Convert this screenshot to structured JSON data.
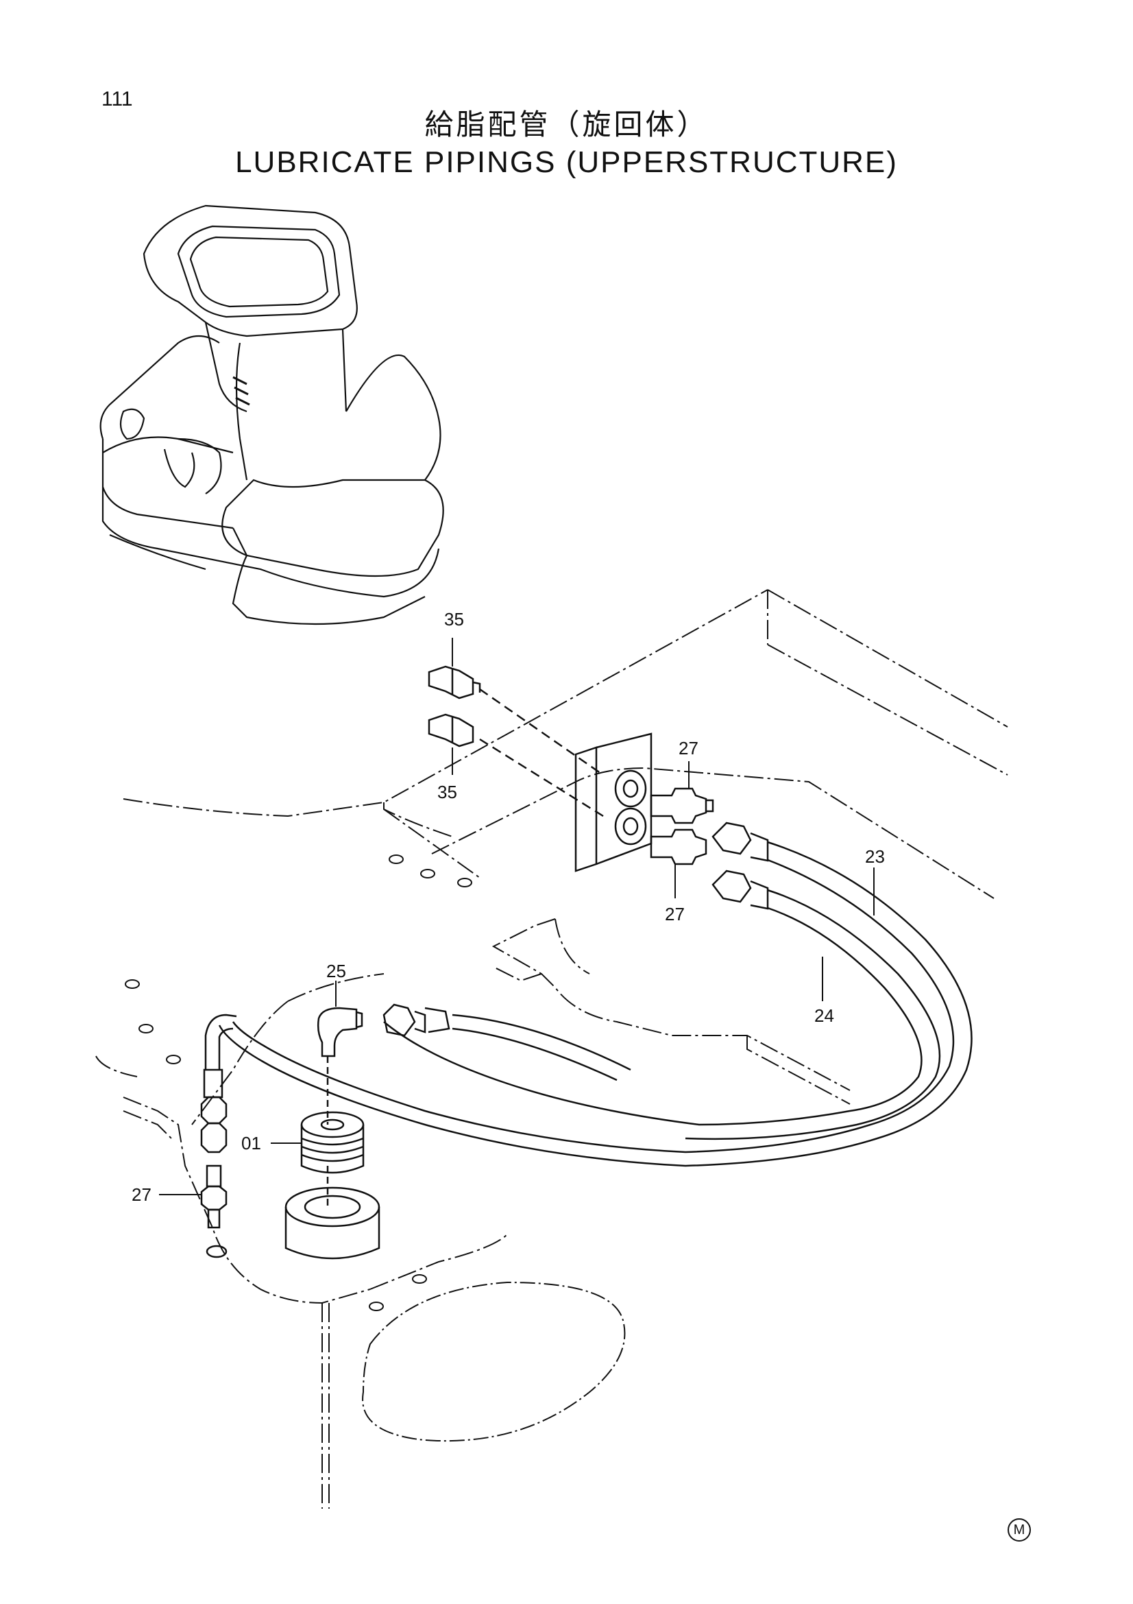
{
  "page_number": "111",
  "title_jp": "給脂配管（旋回体）",
  "title_en": "LUBRICATE PIPINGS (UPPERSTRUCTURE)",
  "callouts": {
    "c35_top": "35",
    "c35_bottom": "35",
    "c27_top": "27",
    "c27_mid": "27",
    "c27_left": "27",
    "c23": "23",
    "c24": "24",
    "c25": "25",
    "c01": "01"
  },
  "corner_mark": "M"
}
